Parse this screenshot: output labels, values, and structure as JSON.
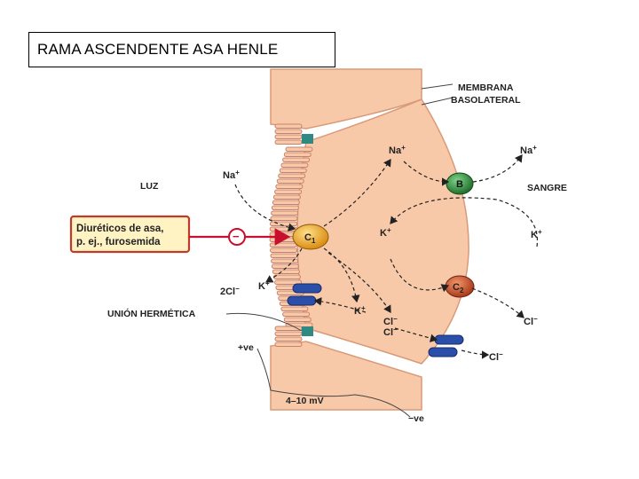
{
  "title": "RAMA ASCENDENTE ASA HENLE",
  "labels": {
    "membrana_line1": "MEMBRANA",
    "membrana_line2": "BASOLATERAL",
    "luz": "LUZ",
    "sangre": "SANGRE",
    "union": "UNIÓN HERMÉTICA",
    "plus_ve": "+ve",
    "minus_ve": "−ve",
    "voltage": "4–10 mV"
  },
  "drug_box": {
    "line1": "Diuréticos de asa,",
    "line2": "p. ej., furosemida",
    "inhibit_sign": "−"
  },
  "transporters": {
    "c1": "C",
    "c1_sub": "1",
    "b": "B",
    "c2": "C",
    "c2_sub": "2"
  },
  "ions": {
    "na_lumen": "Na",
    "na_lumen_charge": "+",
    "na_cell": "Na",
    "na_cell_charge": "+",
    "na_blood": "Na",
    "na_blood_charge": "+",
    "k_cell": "K",
    "k_cell_charge": "+",
    "k_blood": "K",
    "k_blood_charge": "+",
    "cl2_lumen": "2Cl",
    "cl2_lumen_charge": "−",
    "k_lumen": "K",
    "k_lumen_charge": "+",
    "k_lower": "K",
    "k_lower_charge": "+",
    "cl_cell1": "Cl",
    "cl_cell1_charge": "−",
    "cl_cell2": "Cl",
    "cl_cell2_charge": "−",
    "cl_blood1": "Cl",
    "cl_blood1_charge": "−",
    "cl_blood2": "Cl",
    "cl_blood2_charge": "−"
  },
  "colors": {
    "cell": "#f8c9a8",
    "cell_edge": "#d99a78",
    "junction": "#2f8a84",
    "drug_box_fill": "#fff3c4",
    "drug_box_edge": "#c0392b",
    "arrow_red": "#c8102e",
    "transporter_c": "#e8a020",
    "transporter_b": "#2e8b3a",
    "transporter_c2": "#c94d28",
    "channel_blue": "#2b4fa8"
  }
}
